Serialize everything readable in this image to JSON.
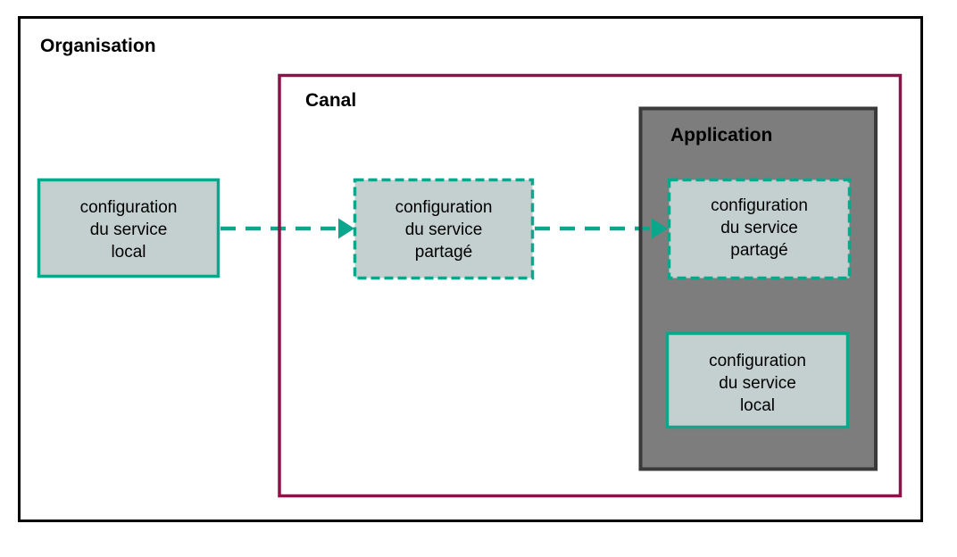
{
  "organisation": {
    "label": "Organisation"
  },
  "canal": {
    "label": "Canal"
  },
  "application": {
    "label": "Application"
  },
  "boxes": [
    {
      "name": "config-service-local-organisation",
      "border": "solid",
      "lines": [
        "configuration",
        "du service",
        "local"
      ]
    },
    {
      "name": "config-service-partage-canal",
      "border": "dashed",
      "lines": [
        "configuration",
        "du service",
        "partagé"
      ]
    },
    {
      "name": "config-service-partage-application",
      "border": "dashed",
      "lines": [
        "configuration",
        "du service",
        "partagé"
      ]
    },
    {
      "name": "config-service-local-application",
      "border": "solid",
      "lines": [
        "configuration",
        "du service",
        "local"
      ]
    }
  ],
  "arrows": [
    {
      "name": "local-to-shared-config",
      "style": "dashed"
    },
    {
      "name": "shared-to-application-config",
      "style": "dashed"
    }
  ],
  "colors": {
    "background": "#ffffff",
    "organisation_border": "#000000",
    "canal_border": "#8e1148",
    "application_fill": "#7d7d7d",
    "application_border": "#3a3a3a",
    "config_box_fill": "#c4d0cf",
    "config_box_border": "#0aa78c",
    "arrow": "#0aa78c",
    "text": "#000000"
  }
}
